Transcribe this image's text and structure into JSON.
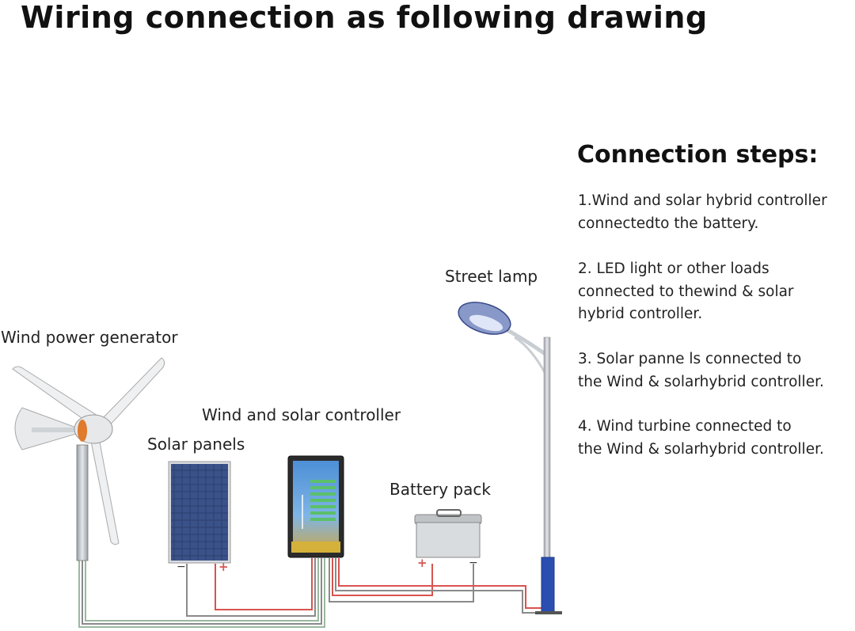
{
  "title": "Wiring connection as following drawing",
  "steps": {
    "heading": "Connection steps:",
    "items": [
      [
        "1.Wind and solar hybrid controller",
        "connectedto the battery."
      ],
      [
        "2. LED light or other loads",
        "connected to thewind & solar",
        "hybrid controller."
      ],
      [
        "3. Solar panne ls connected to",
        "the Wind & solarhybrid controller."
      ],
      [
        "4. Wind turbine connected to",
        "the Wind & solarhybrid controller."
      ]
    ]
  },
  "labels": {
    "street_lamp": "Street lamp",
    "wind_generator": "Wind power generator",
    "controller": "Wind and solar controller",
    "solar_panels": "Solar panels",
    "battery": "Battery pack"
  },
  "terminals": {
    "minus": "−",
    "plus": "+"
  },
  "colors": {
    "wire_red": "#d9534f",
    "wire_gray": "#8a8a8a",
    "wire_green": "#9ab8a0",
    "pole_blue": "#2a4fb0",
    "panel_blue": "#2c3f70"
  }
}
